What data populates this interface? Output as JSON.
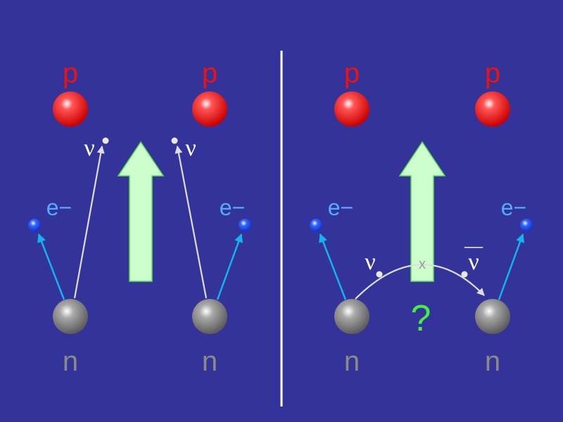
{
  "colors": {
    "background": "#333399",
    "divider": "#ffffff",
    "proton": "#ff1111",
    "proton_label": "#ee1111",
    "neutron": "#888888",
    "neutron_label": "#8a8a8a",
    "electron": "#2b5cff",
    "electron_arrow": "#11b4ee",
    "electron_label": "#55aaff",
    "neutrino": "#dddddd",
    "neutrino_label": "#ffffff",
    "big_arrow_fill": "#ccffcc",
    "big_arrow_stroke": "#55dd55",
    "question": "#44ee44"
  },
  "labels": {
    "proton": "p",
    "neutron": "n",
    "electron": "e−",
    "neutrino": "ν",
    "antineutrino": "ν",
    "antineutrino_bar": "—",
    "annihilation": "x",
    "question": "?"
  },
  "panels": [
    {
      "name": "two-neutrino-double-beta-decay"
    },
    {
      "name": "neutrinoless-double-beta-decay"
    }
  ]
}
